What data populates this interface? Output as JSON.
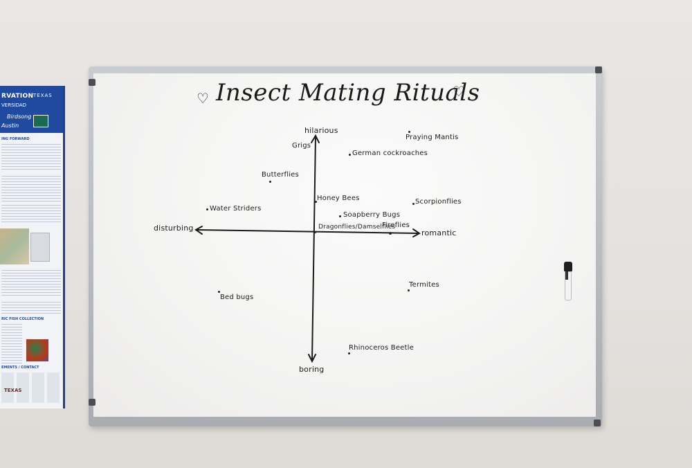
{
  "board": {
    "title": "Insect Mating Rituals",
    "heart_symbol": "♡"
  },
  "axes": {
    "top": "hilarious",
    "bottom": "boring",
    "left": "disturbing",
    "right": "romantic"
  },
  "insects": [
    {
      "label": "Praying Mantis"
    },
    {
      "label": "Grigs"
    },
    {
      "label": "German cockroaches"
    },
    {
      "label": "Butterflies"
    },
    {
      "label": "Honey Bees"
    },
    {
      "label": "Scorpionflies"
    },
    {
      "label": "Water Striders"
    },
    {
      "label": "Soapberry Bugs"
    },
    {
      "label": "Dragonflies/Damselflies"
    },
    {
      "label": "Fireflies"
    },
    {
      "label": "Termites"
    },
    {
      "label": "Bed bugs"
    },
    {
      "label": "Rhinoceros Beetle"
    }
  ],
  "poster": {
    "title": "RVATION",
    "subtitle": "VERSIDAD",
    "line1": "Birdsong",
    "line2": "Austin",
    "logo_text": "TEXAS",
    "section1": "ING FORWARD",
    "section2": "RIC FISH COLLECTION",
    "section3": "EMENTS / CONTACT",
    "footer_logo": "TEXAS"
  }
}
